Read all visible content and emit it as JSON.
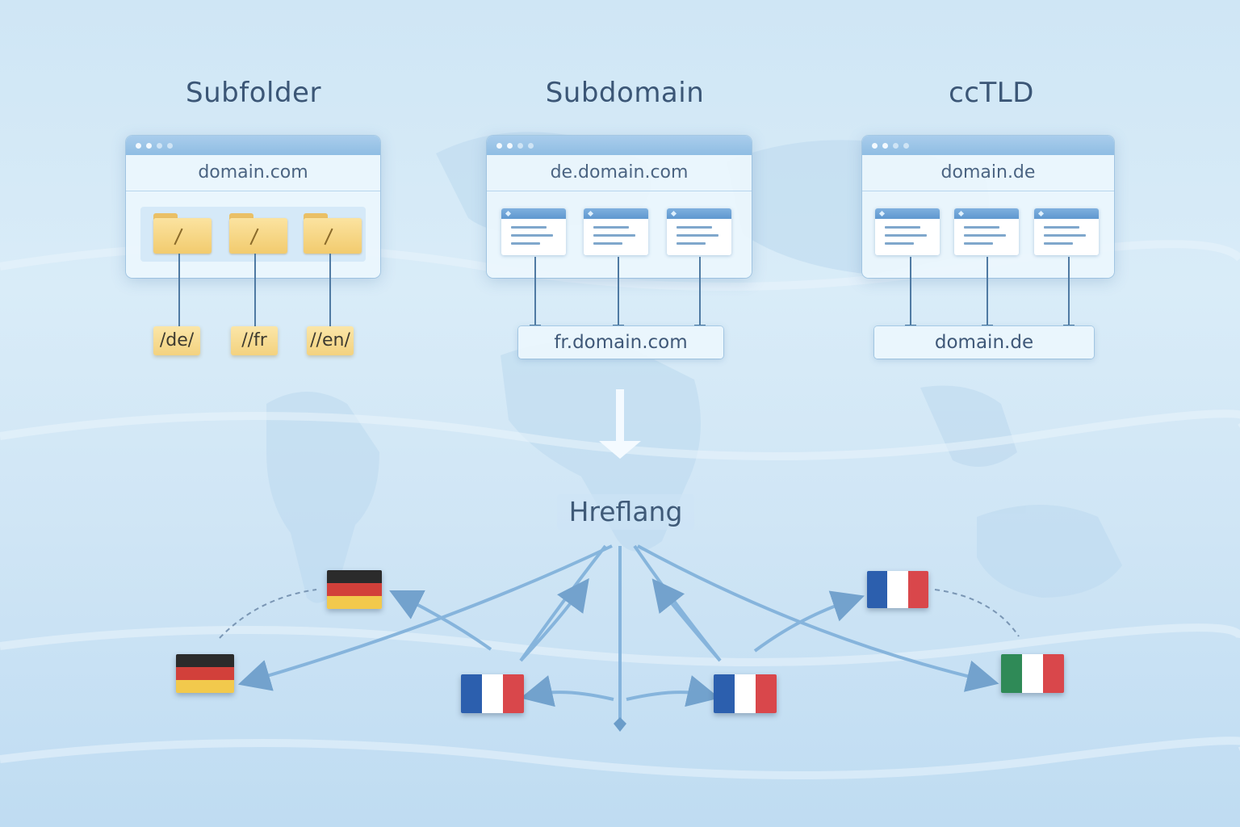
{
  "headings": {
    "subfolder": "Subfolder",
    "subdomain": "Subdomain",
    "cctld": "ccTLD"
  },
  "subfolder": {
    "address": "domain.com",
    "tags": [
      "/de/",
      "//fr",
      "//en/"
    ]
  },
  "subdomain": {
    "address": "de.domain.com",
    "target": "fr.domain.com"
  },
  "cctld": {
    "address": "domain.de",
    "target": "domain.de"
  },
  "hreflang": {
    "label": "Hreflang"
  },
  "flags": [
    {
      "country": "germany",
      "colors": [
        "#2b2b2b",
        "#d2403a",
        "#f2c94c"
      ]
    },
    {
      "country": "germany",
      "colors": [
        "#2b2b2b",
        "#d2403a",
        "#f2c94c"
      ]
    },
    {
      "country": "france",
      "colors": [
        "#2c5fae",
        "#ffffff",
        "#d9474b"
      ]
    },
    {
      "country": "france",
      "colors": [
        "#2c5fae",
        "#ffffff",
        "#d9474b"
      ]
    },
    {
      "country": "france",
      "colors": [
        "#2c5fae",
        "#ffffff",
        "#d9474b"
      ]
    },
    {
      "country": "italy",
      "colors": [
        "#2f8a57",
        "#ffffff",
        "#d9474b"
      ]
    }
  ]
}
